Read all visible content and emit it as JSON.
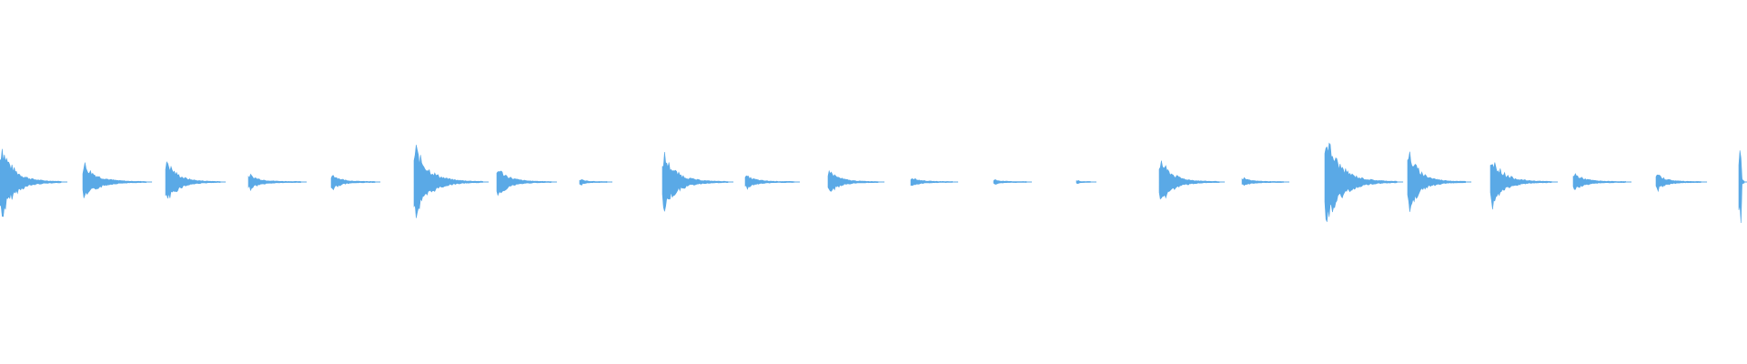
{
  "waveform": {
    "color": "#5aa9e6",
    "background": "#ffffff",
    "transients": [
      {
        "amplitude": 1.0,
        "duration": 0.34
      },
      {
        "amplitude": 0.47,
        "duration": 0.35
      },
      {
        "amplitude": 0.57,
        "duration": 0.3
      },
      {
        "amplitude": 0.18,
        "duration": 0.29
      },
      {
        "amplitude": 0.2,
        "duration": 0.24
      },
      {
        "amplitude": 0.92,
        "duration": 0.38
      },
      {
        "amplitude": 0.37,
        "duration": 0.3
      },
      {
        "amplitude": 0.06,
        "duration": 0.15
      },
      {
        "amplitude": 0.72,
        "duration": 0.36
      },
      {
        "amplitude": 0.16,
        "duration": 0.27
      },
      {
        "amplitude": 0.31,
        "duration": 0.28
      },
      {
        "amplitude": 0.11,
        "duration": 0.23
      },
      {
        "amplitude": 0.05,
        "duration": 0.18
      },
      {
        "amplitude": 0.03,
        "duration": 0.08
      },
      {
        "amplitude": 0.59,
        "duration": 0.33
      },
      {
        "amplitude": 0.09,
        "duration": 0.23
      },
      {
        "amplitude": 1.2,
        "duration": 0.4
      },
      {
        "amplitude": 0.77,
        "duration": 0.32
      },
      {
        "amplitude": 0.64,
        "duration": 0.34
      },
      {
        "amplitude": 0.21,
        "duration": 0.29
      },
      {
        "amplitude": 0.2,
        "duration": 0.25
      },
      {
        "amplitude": 0.98,
        "duration": 0.1
      }
    ]
  }
}
